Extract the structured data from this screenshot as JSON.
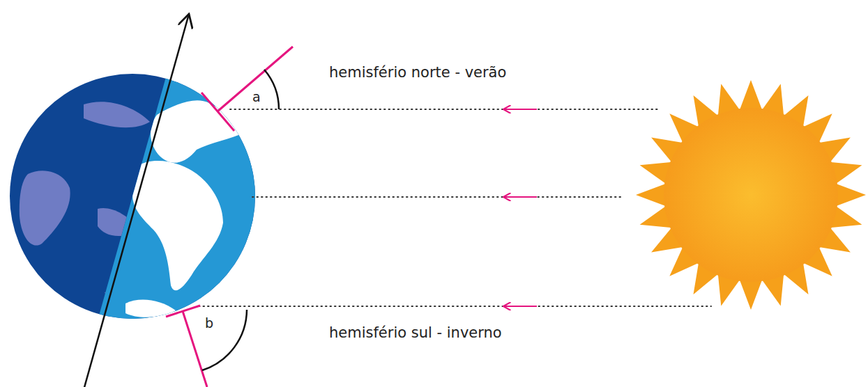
{
  "diagram": {
    "labels": [
      "a",
      "hemisfério norte - verão",
      "b",
      "hemisfério sul - inverno"
    ]
  }
}
